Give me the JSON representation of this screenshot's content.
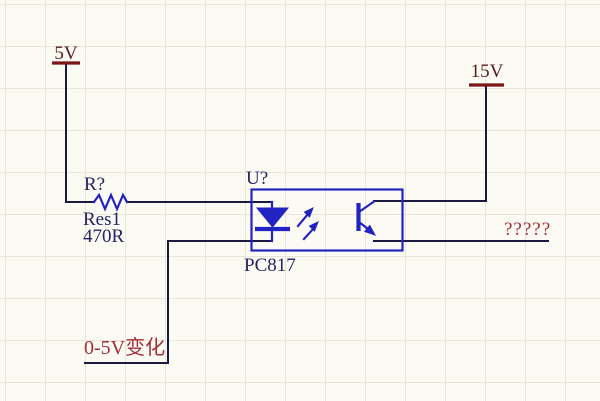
{
  "diagram": {
    "type": "circuit-schematic",
    "power_ports": [
      {
        "label": "5V"
      },
      {
        "label": "15V"
      }
    ],
    "resistor": {
      "designator": "R?",
      "comment": "Res1",
      "value": "470R"
    },
    "optocoupler": {
      "designator": "U?",
      "comment": "PC817"
    },
    "net_labels": {
      "output": "?????",
      "input": "0-5V变化"
    },
    "colors": {
      "background": "#fcfbf3",
      "grid": "#e9e6d9",
      "wire": "#1a1a3e",
      "symbol": "#2323c3",
      "label_blue": "#232366",
      "power_text": "#581a1d",
      "power_bar": "#7a1616",
      "net_label_red": "#a32e3a"
    }
  }
}
